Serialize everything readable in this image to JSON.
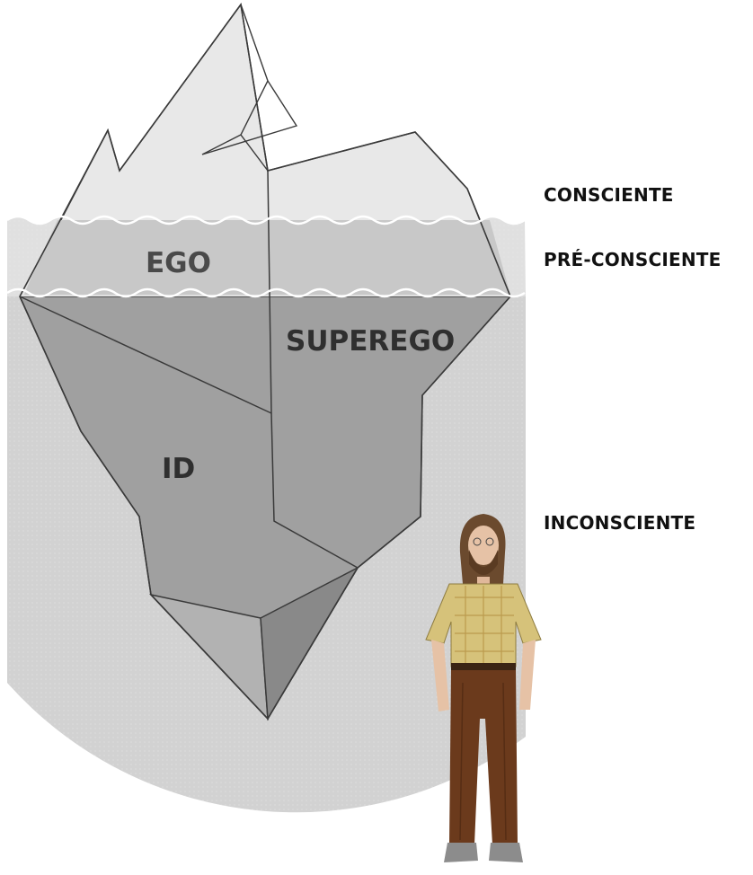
{
  "iceberg": {
    "labels": {
      "ego": "EGO",
      "superego": "SUPEREGO",
      "id": "ID"
    }
  },
  "levels": {
    "conscious": "CONSCIENTE",
    "preconscious": "PRÉ-CONSCIENTE",
    "unconscious": "INCONSCIENTE"
  },
  "colors": {
    "sky_ice": "#e7e7e7",
    "preconscious_water": "#d8d8d8",
    "deep_water": "#d2d2d2",
    "submerged_ice": "#9c9c9c",
    "submerged_ice_shadow": "#878787",
    "outline": "#3a3a3a",
    "label_text": "#4a4a4a",
    "level_text": "#111111",
    "shirt": "#d6c27a",
    "pants": "#6b3a1c",
    "skin": "#e6c2a6",
    "hair": "#6b4a2e"
  }
}
